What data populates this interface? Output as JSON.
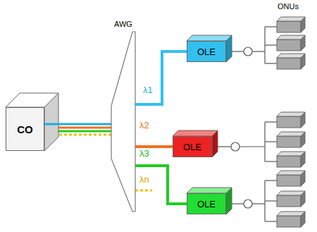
{
  "diagram": {
    "nodes": [
      {
        "text": [
          "CO"
        ]
      },
      {
        "text": [
          "AWG"
        ]
      },
      {
        "text": [
          "OLE"
        ]
      },
      {
        "text": [
          "OLE"
        ]
      },
      {
        "text": [
          "OLE"
        ]
      }
    ],
    "edges": [
      {
        "from": 0,
        "to": 1,
        "arrow": "none"
      },
      {
        "from": 1,
        "to": 2,
        "arrow": "none"
      },
      {
        "from": 1,
        "to": 3,
        "arrow": "none"
      },
      {
        "from": 1,
        "to": 4,
        "arrow": "none"
      }
    ],
    "labels": [
      "ONUs",
      "λ1",
      "λ2",
      "λ3",
      "λn"
    ]
  }
}
